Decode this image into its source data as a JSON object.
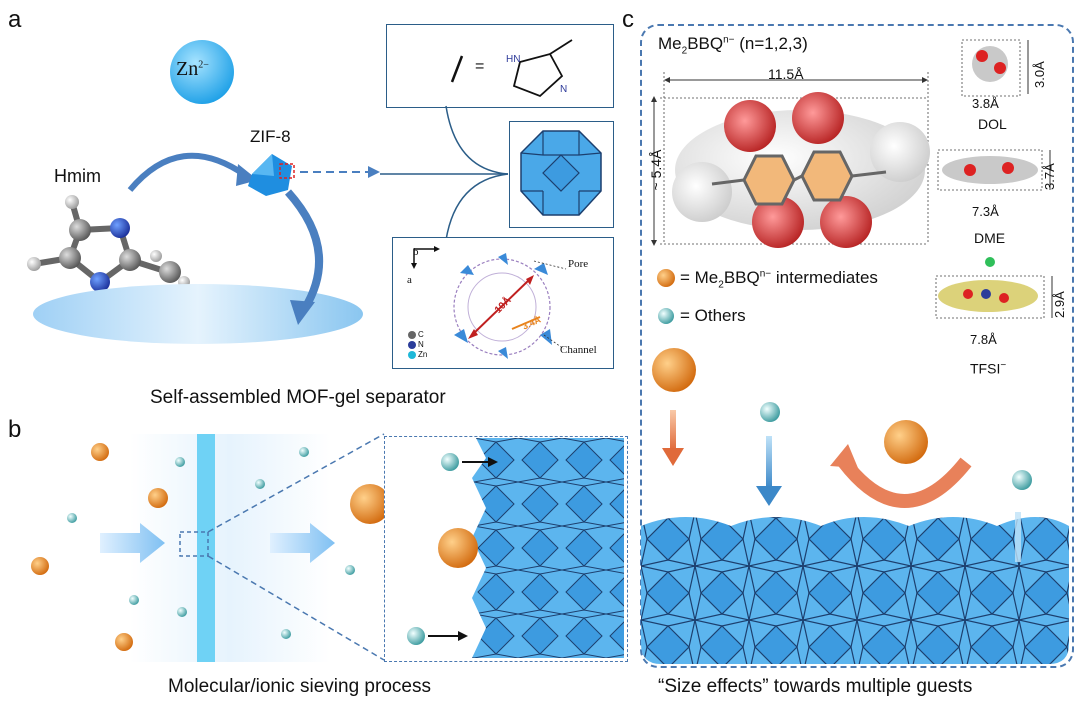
{
  "panels": {
    "a": {
      "letter": "a",
      "zn_label": "Zn",
      "zn_charge": "2−",
      "hmim_label": "Hmim",
      "zif_label": "ZIF-8",
      "equals": "=",
      "hn_label": "HN",
      "n_label": "N",
      "axis_b": "b",
      "axis_a": "a",
      "pore_label": "Pore",
      "channel_label": "Channel",
      "pore_size": "10Å",
      "channel_size": "3.4Å",
      "legend": [
        "C",
        "N",
        "Zn"
      ],
      "caption": "Self-assembled MOF-gel separator"
    },
    "b": {
      "letter": "b",
      "caption": "Molecular/ionic sieving process"
    },
    "c": {
      "letter": "c",
      "title_main": "Me",
      "title_sub": "2",
      "title_mid": "BBQ",
      "title_sup": "n−",
      "title_tail": " (n=1,2,3)",
      "width_dim": "11.5Å",
      "height_dim": "~ 5.4Å",
      "legend_inter_pre": "= Me",
      "legend_inter_sub": "2",
      "legend_inter_mid": "BBQ",
      "legend_inter_sup": "n−",
      "legend_inter_post": " intermediates",
      "legend_others": "= Others",
      "dol": {
        "name": "DOL",
        "w": "3.8Å",
        "h": "3.0Å"
      },
      "dme": {
        "name": "DME",
        "w": "7.3Å",
        "h": "3.7Å"
      },
      "tfsi": {
        "name": "TFSI",
        "sup": "−",
        "w": "7.8Å",
        "h": "2.9Å"
      },
      "caption": "“Size effects” towards multiple guests"
    }
  },
  "colors": {
    "mof_blue": "#4aa8e8",
    "mof_edge": "#1c3f6e",
    "orange": "#e8831c",
    "teal": "#8fd0d8",
    "arrow_blue": "#4a7fc0",
    "dashed_blue": "#4a78b0"
  }
}
